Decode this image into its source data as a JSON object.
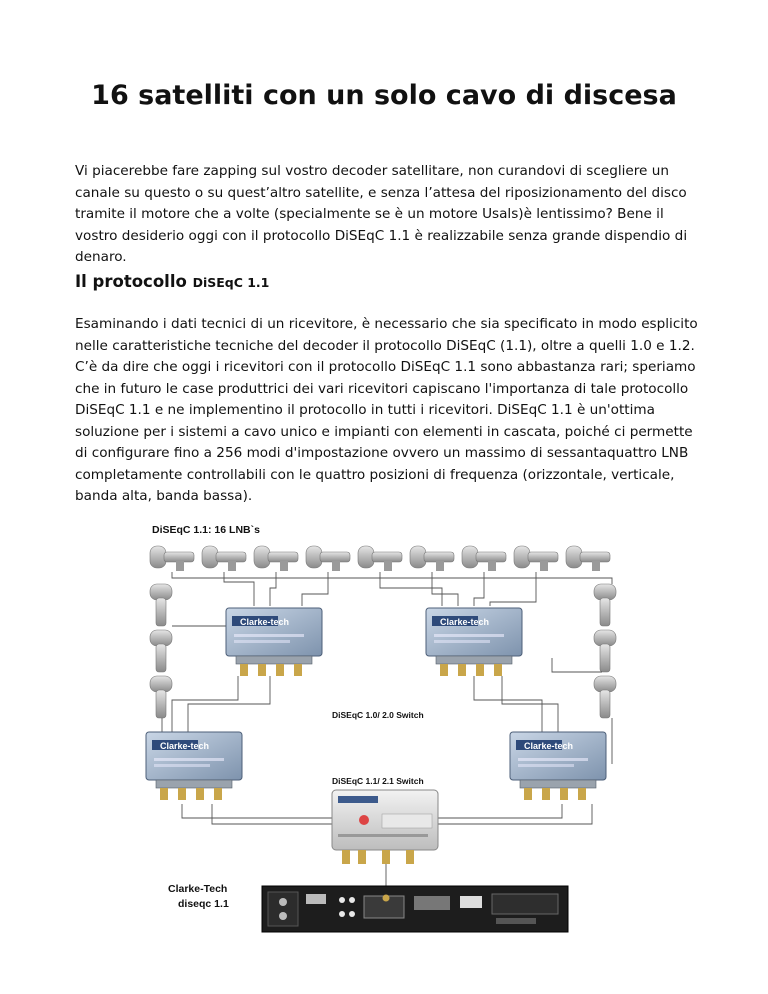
{
  "doc": {
    "title": "16 satelliti con un solo cavo di discesa",
    "intro": "Vi piacerebbe fare zapping sul vostro decoder satellitare, non curandovi di scegliere un canale su questo o su quest’altro satellite, e senza l’attesa del riposizionamento del disco tramite il motore che a volte (specialmente se è un motore Usals)è lentissimo? Bene il vostro desiderio oggi con il protocollo DiSEqC 1.1 è realizzabile senza grande dispendio di denaro.",
    "section_heading_main": "Il protocollo ",
    "section_heading_small": "DiSEqC 1.1",
    "body": "Esaminando i dati tecnici di un ricevitore, è necessario che sia specificato in modo esplicito nelle caratteristiche tecniche del decoder il protocollo DiSEqC (1.1), oltre a quelli 1.0 e 1.2. C’è da dire che oggi i ricevitori con il protocollo DiSEqC 1.1 sono abbastanza rari; speriamo che in futuro le case produttrici dei vari ricevitori capiscano l'importanza di tale protocollo DiSEqC 1.1 e ne implementino il protocollo in tutti i ricevitori. DiSEqC 1.1 è un'ottima soluzione per i sistemi a cavo unico e impianti con elementi in cascata, poiché ci permette di configurare fino a 256 modi d'impostazione ovvero un massimo di sessantaquattro LNB completamente controllabili con le quattro posizioni di frequenza (orizzontale, verticale, banda alta, banda bassa)."
  },
  "figure": {
    "title": "DiSEqC 1.1: 16 LNB`s",
    "switch_1_0_label": "DiSEqC 1.0/ 2.0 Switch",
    "switch_1_1_label": "DiSEqC 1.1/ 2.1 Switch",
    "brand": "Clarke-tech",
    "receiver_label_1": "Clarke-Tech",
    "receiver_label_2": "diseqc  1.1"
  }
}
